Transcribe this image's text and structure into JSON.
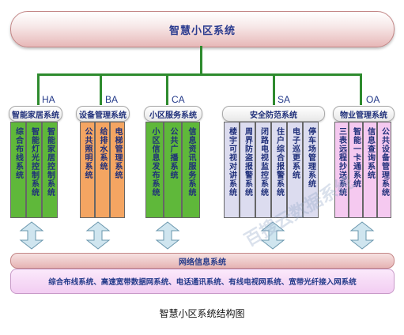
{
  "title": "智慧小区系统",
  "groups": [
    {
      "code": "HA",
      "name": "智能家居系统",
      "items": [
        "综合布线系统",
        "智能灯光控制系统",
        "智能家居控制系统"
      ],
      "color": "#5fb83a"
    },
    {
      "code": "BA",
      "name": "设备管理系统",
      "items": [
        "公共照明系统",
        "给排水系统",
        "电梯管理系统"
      ],
      "color": "#f4a562"
    },
    {
      "code": "CA",
      "name": "小区服务系统",
      "items": [
        "小区信息发布系统",
        "公共广播系统",
        "信息资讯服务系统"
      ],
      "color": "#5fb83a"
    },
    {
      "code": "SA",
      "name": "安全防范系统",
      "items": [
        "楼宇可视对讲系统",
        "周界防盗报警系统",
        "闭路电视监控系统",
        "住户综合报警系统",
        "电子巡更系统",
        "停车场管理系统"
      ],
      "color": "#dcdcef"
    },
    {
      "code": "OA",
      "name": "物业管理系统",
      "items": [
        "三表远程抄送系统",
        "智能一卡通系统",
        "信息查询系统",
        "公共设备管理系统"
      ],
      "color": "#f5c9f0"
    }
  ],
  "network": "网络信息系统",
  "network_items": "综合布线系统、高速宽带数据网系统、电话通讯系统、有线电视网系统、宽带光纤接入网系统",
  "caption": "智慧小区系统结构图",
  "watermark": "百搜云数据系统"
}
